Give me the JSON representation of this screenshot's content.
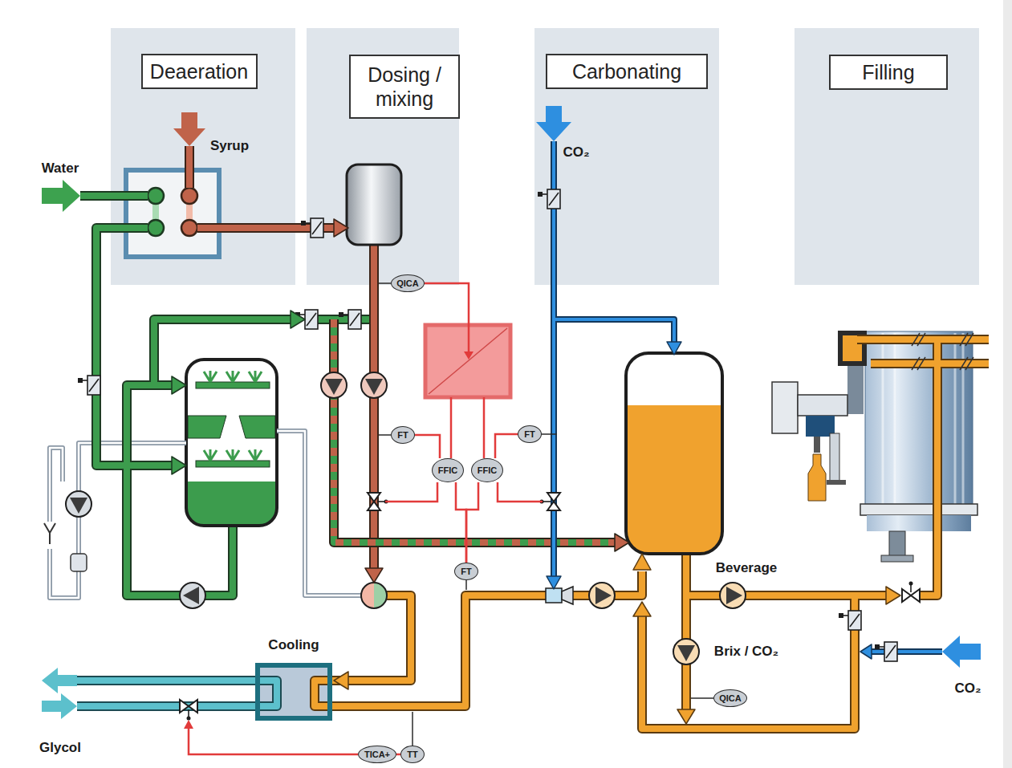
{
  "diagram": {
    "nodes": [
      {
        "text": [
          "Deaeration"
        ]
      },
      {
        "text": [
          "Dosing / mixing"
        ]
      },
      {
        "text": [
          "Carbonating"
        ]
      },
      {
        "text": [
          "Filling"
        ]
      },
      {
        "text": [
          "QICA"
        ]
      },
      {
        "text": [
          "FT"
        ]
      },
      {
        "text": [
          "FT"
        ]
      },
      {
        "text": [
          "FFIC"
        ]
      },
      {
        "text": [
          "FFIC"
        ]
      },
      {
        "text": [
          "FT"
        ]
      },
      {
        "text": [
          "Cooling"
        ]
      },
      {
        "text": [
          "QICA"
        ]
      },
      {
        "text": [
          "TICA+"
        ]
      },
      {
        "text": [
          "TT"
        ]
      }
    ],
    "edges": [
      {
        "from": 5,
        "to": 7,
        "arrow": "none"
      },
      {
        "from": 6,
        "to": 8,
        "arrow": "none"
      },
      {
        "from": 9,
        "to": 7,
        "arrow": "none"
      },
      {
        "from": 9,
        "to": 8,
        "arrow": "none"
      },
      {
        "from": 13,
        "to": 12,
        "arrow": "none"
      }
    ],
    "labels": [
      "Syrup",
      "CO₂",
      "Water",
      "Beverage",
      "Brix / CO₂",
      "CO₂",
      "Glycol"
    ]
  }
}
